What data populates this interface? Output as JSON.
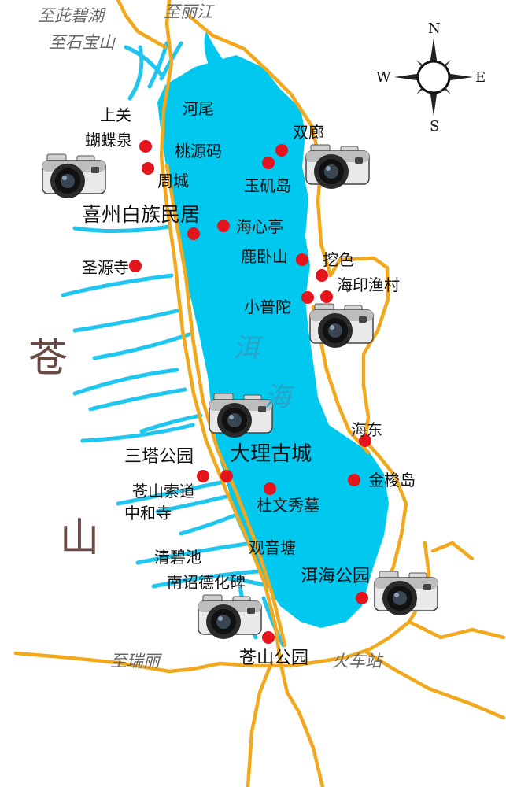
{
  "compass": {
    "n": "N",
    "s": "S",
    "e": "E",
    "w": "W"
  },
  "mountain": {
    "char1": "苍",
    "char2": "山"
  },
  "lake": {
    "char1": "洱",
    "char2": "海"
  },
  "directions": {
    "to_erhai_lake": "至茈碧湖",
    "to_shibaoshan": "至石宝山",
    "to_lijiang": "至丽江",
    "to_ruili": "至瑞丽",
    "train_station": "火车站"
  },
  "places": {
    "shangguan": "上关",
    "hudiequan": "蝴蝶泉",
    "zhoucheng": "周城",
    "hewei": "河尾",
    "taoyuanma": "桃源码",
    "shuanglang": "双廊",
    "yujidao": "玉矶岛",
    "xizhou": "喜州白族民居",
    "haixinting": "海心亭",
    "shengyuansi": "圣源寺",
    "luwoshan": "鹿卧山",
    "wase": "挖色",
    "haiyinyucun": "海印渔村",
    "xiaoputuo": "小普陀",
    "haidong": "海东",
    "santagongyuan": "三塔公园",
    "daligucheng": "大理古城",
    "jinsuodao": "金梭岛",
    "cangshansuodao": "苍山索道",
    "zhonghesi": "中和寺",
    "duwenxiumu": "杜文秀墓",
    "guanyintang": "观音塘",
    "qingbichi": "清碧池",
    "nanzhaodehuabei": "南诏德化碑",
    "erhaigongyuan": "洱海公园",
    "cangshangongyuan": "苍山公园"
  },
  "colors": {
    "lake": "#00c8ee",
    "river": "#1fc6ef",
    "road": "#f2a81d",
    "poi": "#e4131c",
    "direction_text": "#666666",
    "mountain_text": "#6b4a45"
  },
  "icons": [
    "camera-icon",
    "compass-rose-icon",
    "poi-dot-icon"
  ]
}
